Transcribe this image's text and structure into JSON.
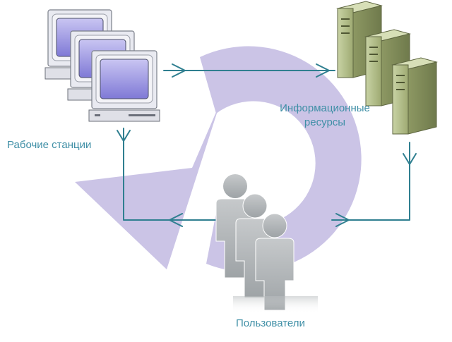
{
  "labels": {
    "workstations": "Рабочие станции",
    "resources_line1": "Информационные",
    "resources_line2": "ресурсы",
    "users": "Пользователи"
  },
  "colors": {
    "cycle": "#cbc4e6",
    "connector": "#2f7f90",
    "label": "#3f8fa6",
    "server": "#a9b583",
    "person": "#b8bcbe"
  },
  "icons": {
    "workstations": "computer-icon",
    "servers": "server-icon",
    "users": "person-icon"
  }
}
